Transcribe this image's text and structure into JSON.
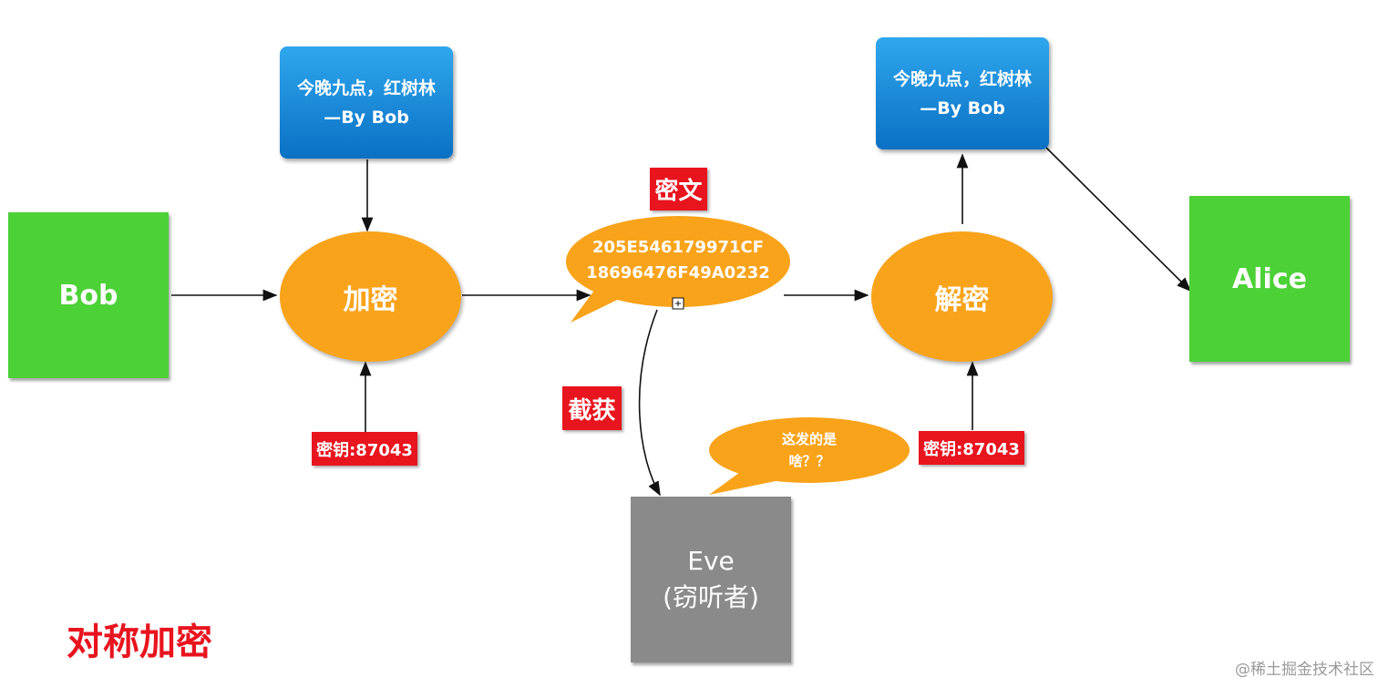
{
  "nodes": {
    "bob": "Bob",
    "alice": "Alice",
    "eve_name": "Eve",
    "eve_role": "(窃听者)",
    "message_left": {
      "line1": "今晚九点，红树林",
      "line2": "—By Bob"
    },
    "message_right": {
      "line1": "今晚九点，红树林",
      "line2": "—By Bob"
    },
    "encrypt": "加密",
    "decrypt": "解密",
    "ciphertext": {
      "line1": "205E546179971CF",
      "line2": "18696476F49A0232"
    },
    "eve_bubble": {
      "line1": "这发的是",
      "line2": "啥？？"
    }
  },
  "tags": {
    "ciphertext_label": "密文",
    "intercept_label": "截获",
    "key_left": "密钥:87043",
    "key_right": "密钥:87043"
  },
  "title": "对称加密",
  "watermark": "@稀土掘金技术社区",
  "colors": {
    "green": "#4cd137",
    "orange": "#f9a31a",
    "blue": "#1b8bdc",
    "red_tag": "#e8141e",
    "gray": "#8a8a8a",
    "title_red": "#e8141e"
  }
}
